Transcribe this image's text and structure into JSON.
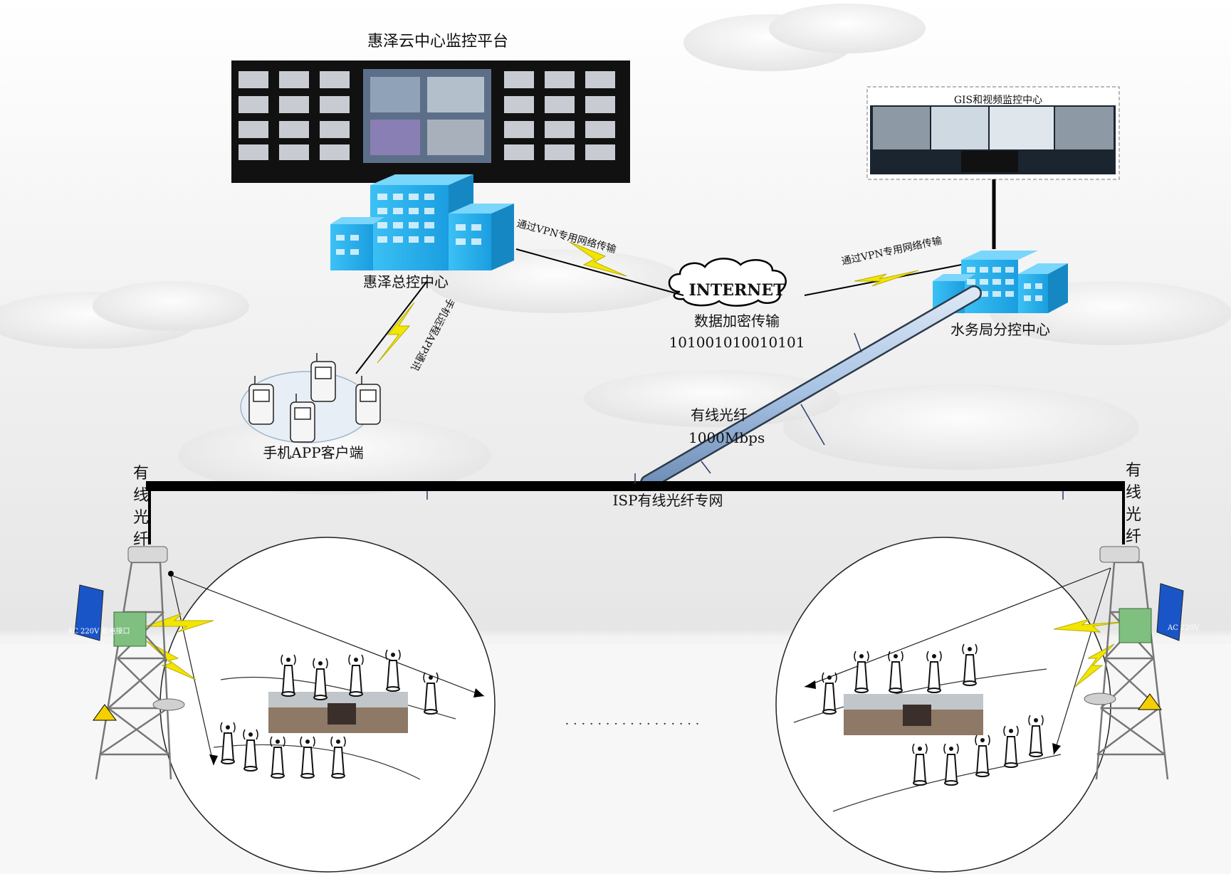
{
  "cloud_platform": {
    "title": "惠泽云中心监控平台"
  },
  "gis_center": {
    "title": "GIS和视频监控中心"
  },
  "hq": {
    "label": "惠泽总控中心"
  },
  "water_bureau": {
    "label": "水务局分控中心"
  },
  "internet": {
    "label": "INTERNET",
    "encryption": "数据加密传输",
    "bits": "101001010010101"
  },
  "links": {
    "vpn_left": "通过VPN专用网络传输",
    "vpn_right": "通过VPN专用网络传输",
    "phone_link": "手机远程APP通讯",
    "fiber_trunk_line1": "有线光纤",
    "fiber_trunk_line2": "1000Mbps",
    "isp_network": "ISP有线光纤专网"
  },
  "mobile": {
    "label": "手机APP客户端"
  },
  "towers": {
    "left": {
      "fiber": [
        "有",
        "线",
        "光",
        "纤"
      ],
      "panel_caption": "AC 220V 新电接口"
    },
    "right": {
      "fiber": [
        "有",
        "线",
        "光",
        "纤"
      ],
      "panel_caption": "AC 220V"
    }
  },
  "ellipsis": "· · · · · · · · · · · · · · · · ·",
  "colors": {
    "fiber_blue": "#a9c4e4",
    "building_blue": "#2db3ee",
    "lightning": "#f2e600",
    "link_black": "#000000"
  }
}
